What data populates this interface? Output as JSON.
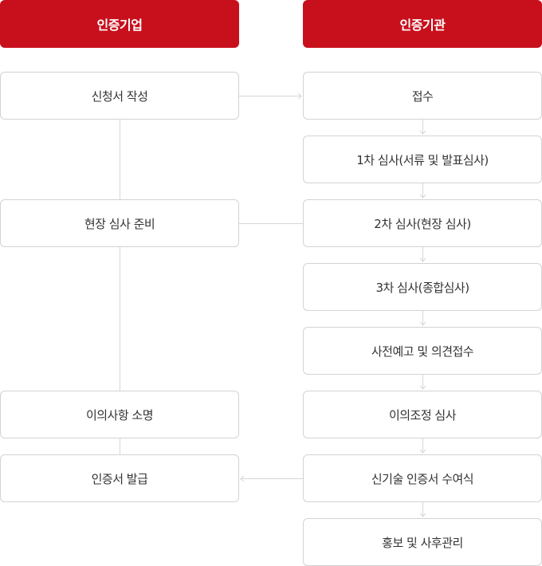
{
  "headers": {
    "company": "인증기업",
    "institution": "인증기관"
  },
  "company_steps": {
    "application": "신청서 작성",
    "site_prep": "현장 심사 준비",
    "objection": "이의사항 소명",
    "issuance": "인증서 발급"
  },
  "institution_steps": {
    "receipt": "접수",
    "review1": "1차 심사(서류 및 발표심사)",
    "review2": "2차 심사(현장 심사)",
    "review3": "3차 심사(종합심사)",
    "pre_notice": "사전예고 및 의견접수",
    "objection_review": "이의조정 심사",
    "cert_award": "신기술 인증서 수여식",
    "promotion": "홍보 및 사후관리"
  },
  "colors": {
    "header_bg": "#c8101d",
    "box_border": "#d3d3d3",
    "connector": "#d6d6d6"
  }
}
